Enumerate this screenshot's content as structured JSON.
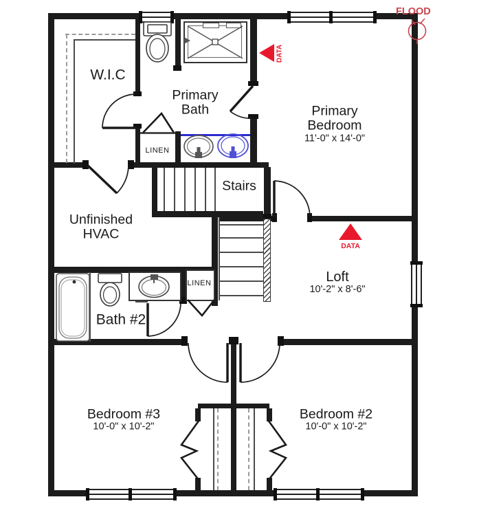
{
  "rooms": {
    "wic": {
      "name": "W.I.C"
    },
    "primary_bath": {
      "line1": "Primary",
      "line2": "Bath"
    },
    "primary_bedroom": {
      "line1": "Primary",
      "line2": "Bedroom",
      "dims": "11'-0\" x 14'-0\""
    },
    "stairs": {
      "name": "Stairs"
    },
    "hvac": {
      "line1": "Unfinished",
      "line2": "HVAC"
    },
    "loft": {
      "name": "Loft",
      "dims": "10'-2\" x 8'-6\""
    },
    "bath2": {
      "name": "Bath #2"
    },
    "bedroom3": {
      "name": "Bedroom #3",
      "dims": "10'-0\" x 10'-2\""
    },
    "bedroom2": {
      "name": "Bedroom #2",
      "dims": "10'-0\" x 10'-2\""
    },
    "linen_upper": {
      "name": "LINEN"
    },
    "linen_lower": {
      "name": "LINEN"
    }
  },
  "annotations": {
    "flood": {
      "label": "FLOOD"
    },
    "data_shower": {
      "label": "DATA"
    },
    "data_loft": {
      "label": "DATA"
    }
  },
  "colors": {
    "wall": "#1c1c1c",
    "counter_blue": "#2b2bd0",
    "sink_blue": "#5150d6",
    "data_red": "#e8192c",
    "flood_red": "#c8434c"
  }
}
